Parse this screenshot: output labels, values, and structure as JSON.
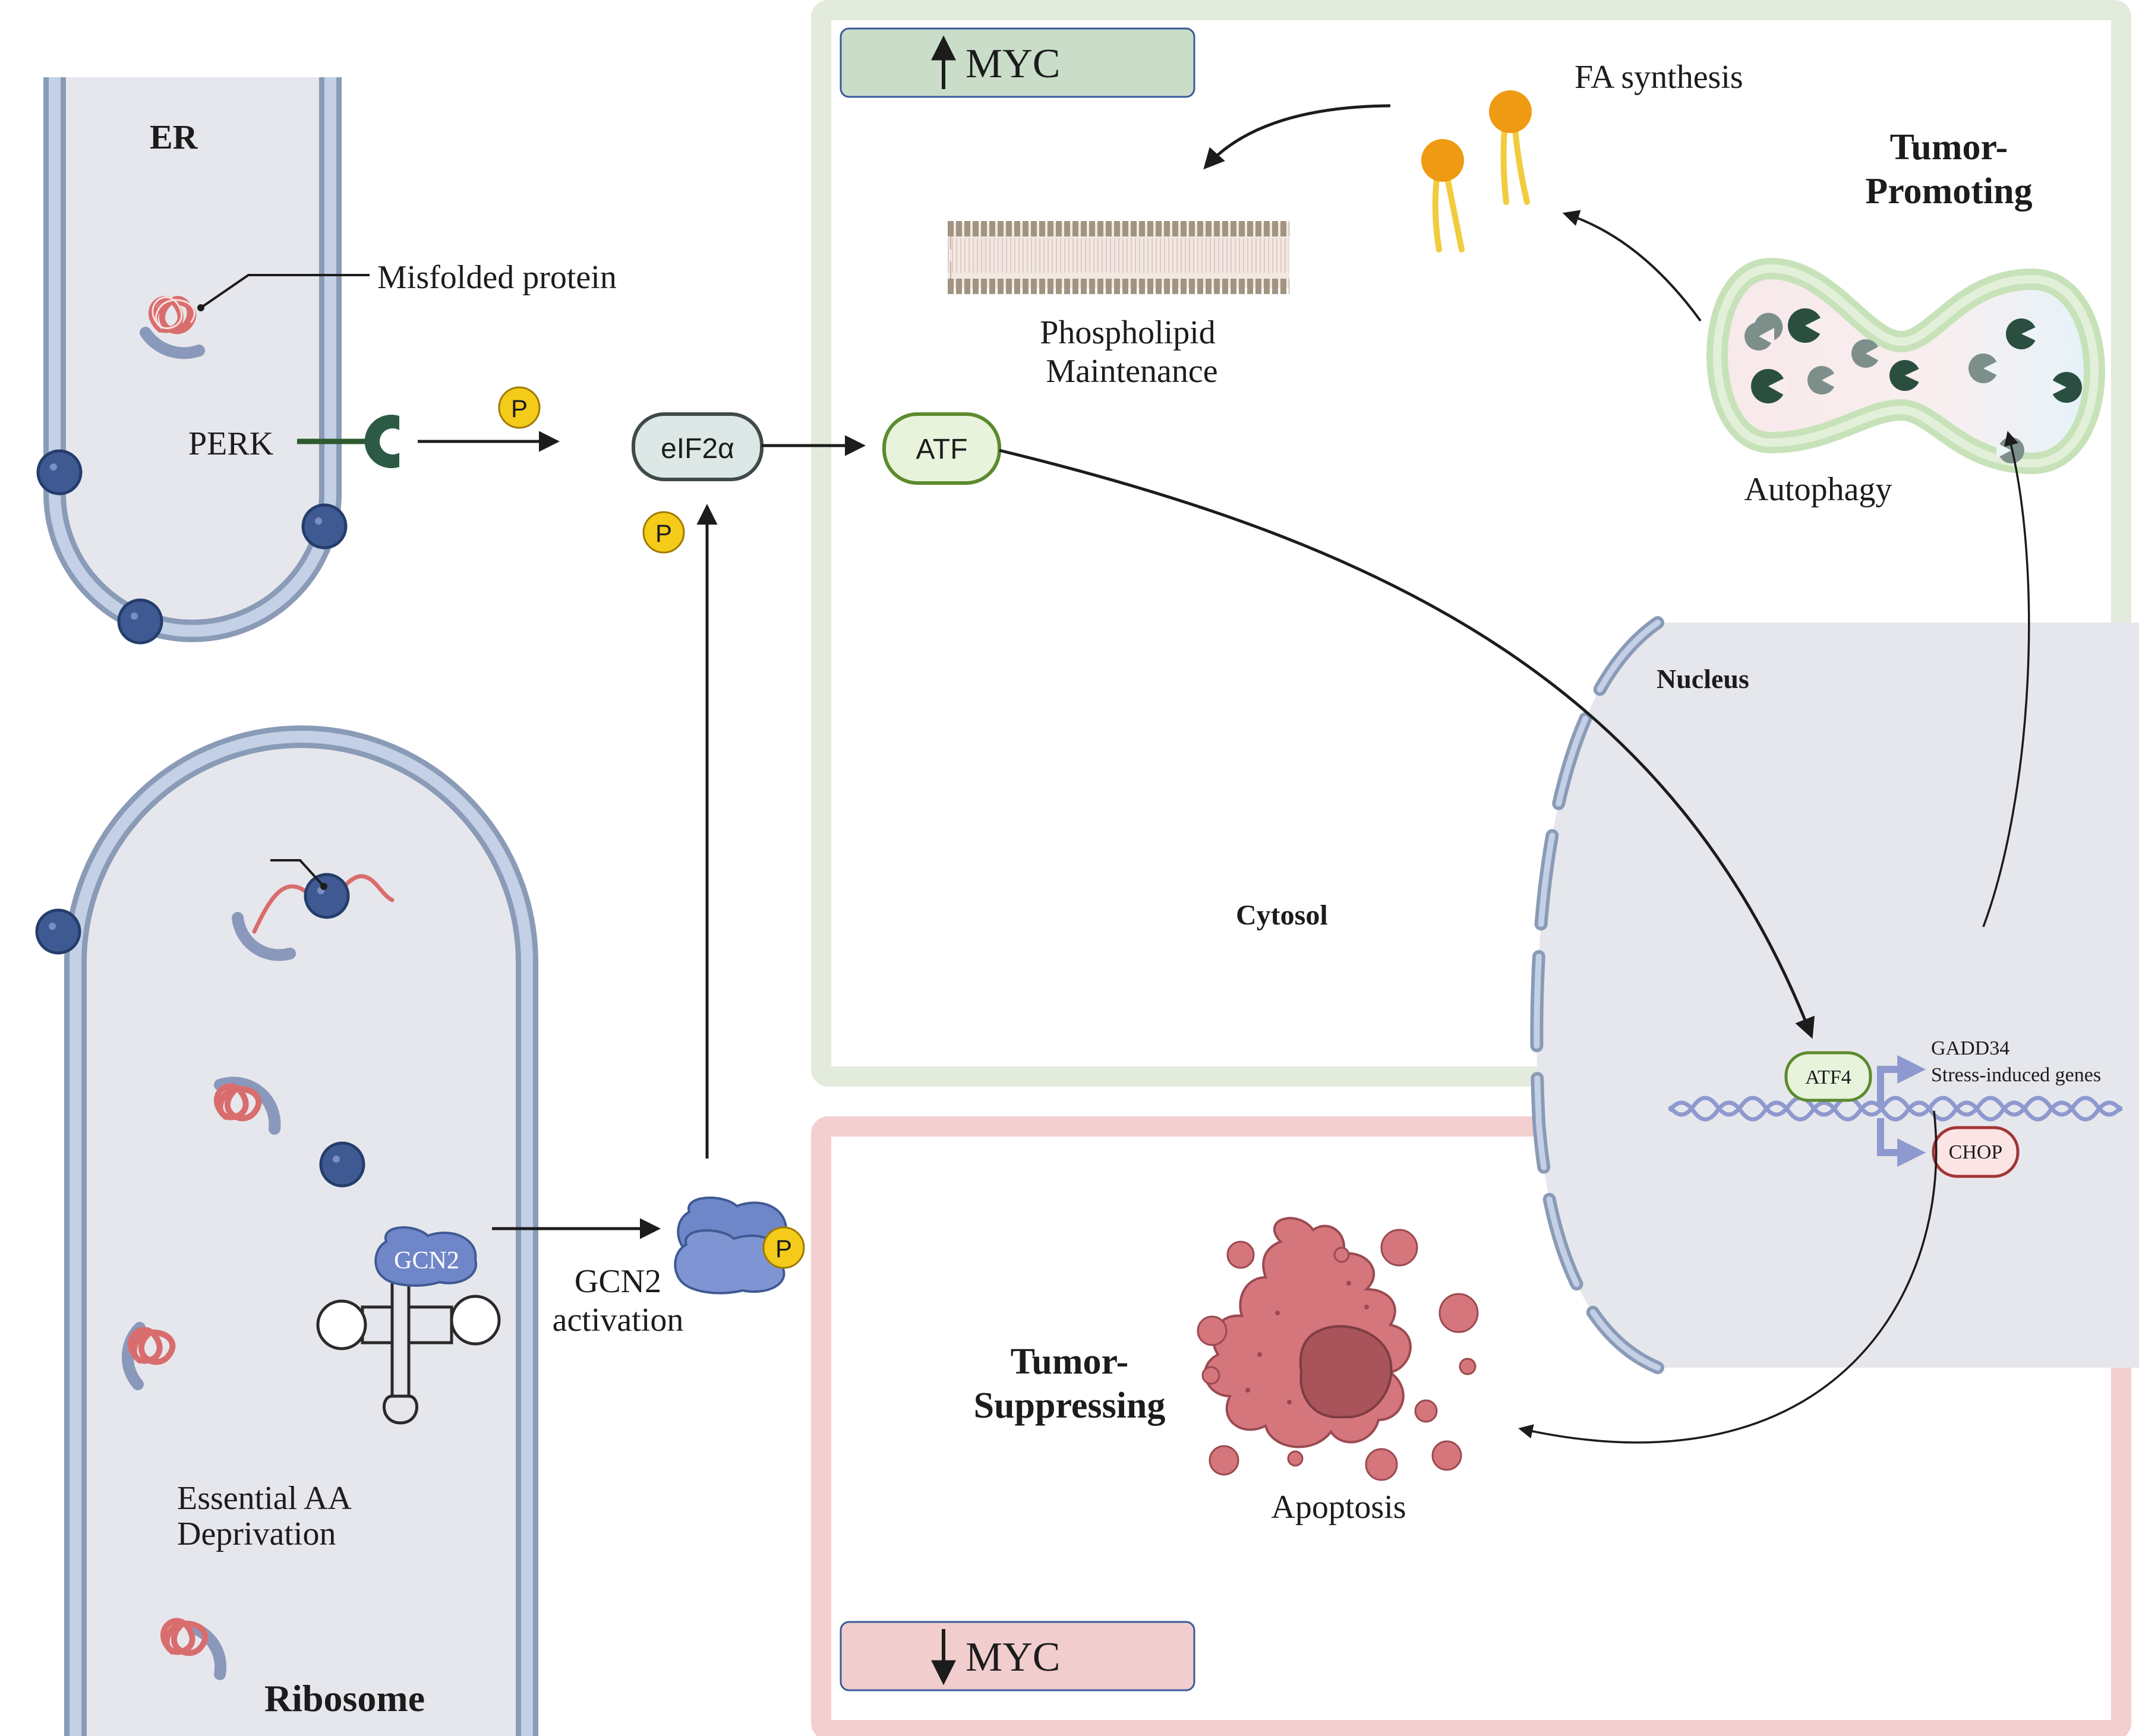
{
  "colors": {
    "promoting_box": "#e3ebdc",
    "suppressing_box": "#f3cfcf",
    "membrane_outer": "#8a9bb7",
    "membrane_inner": "#c3d0e6",
    "compartment_fill": "#e6e7ec",
    "ribosome": "#3f5a93",
    "misfolded_protein": "#d96d6d",
    "phosphate": "#f5cb1a",
    "lipid_head": "#ee9a12",
    "lipid_tail": "#f1cc3e",
    "atf_fill": "#e8f3dc",
    "atf_border": "#5c8a2d",
    "chop_fill": "#fbe4e4",
    "chop_border": "#a33535",
    "gcn2_fill": "#6f86c9",
    "apoptosis_fill": "#d4767c",
    "apoptosis_core": "#a8545a",
    "dna": "#8d99cf",
    "myc_up_fill": "#c9ddc9",
    "myc_down_fill": "#f2cdcd"
  },
  "labels": {
    "er": "ER",
    "misfolded_protein": "Misfolded protein",
    "perk": "PERK",
    "phosphate": "P",
    "eif2a": "eIF2α",
    "atf": "ATF",
    "myc": "MYC",
    "fa_synthesis": "FA synthesis",
    "tumor_promoting_line1": "Tumor-",
    "tumor_promoting_line2": "Promoting",
    "phospholipid_line1": "Phospholipid",
    "phospholipid_line2": "Maintenance",
    "autophagy": "Autophagy",
    "nucleus": "Nucleus",
    "cytosol": "Cytosol",
    "atf4": "ATF4",
    "gadd34": "GADD34",
    "stress_genes": "Stress-induced genes",
    "chop": "CHOP",
    "gcn2": "GCN2",
    "gcn2_activation_line1": "GCN2",
    "gcn2_activation_line2": "activation",
    "tumor_suppressing_line1": "Tumor-",
    "tumor_suppressing_line2": "Suppressing",
    "apoptosis": "Apoptosis",
    "aa_line1": "Essential AA",
    "aa_line2": "Deprivation",
    "ribosome": "Ribosome"
  }
}
